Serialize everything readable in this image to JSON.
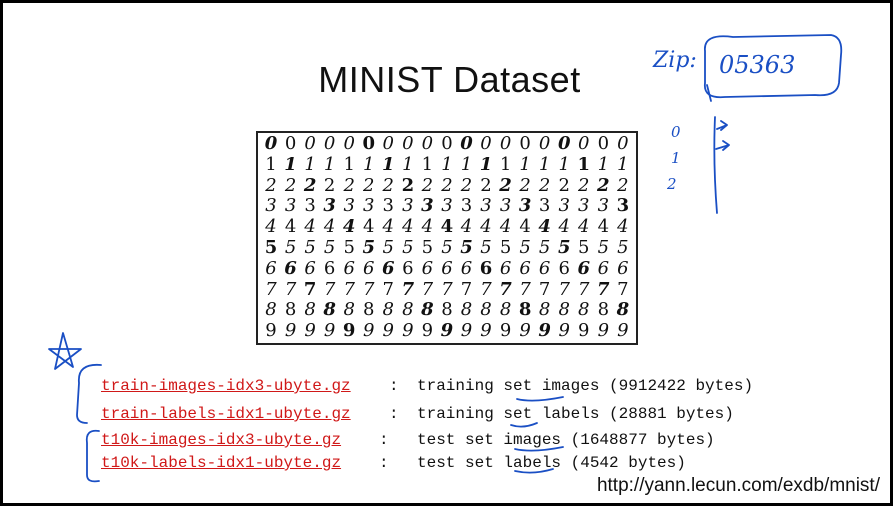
{
  "slide": {
    "title": "MINIST Dataset",
    "source_url": "http://yann.lecun.com/exdb/mnist/"
  },
  "digit_grid": {
    "rows": [
      "0000000000000000000",
      "1111111111111111111",
      "2222222222222222222",
      "3333333333333333333",
      "4444444444444444444",
      "5555555555555555555",
      "6666666666666666666",
      "7777777777777777777",
      "8888888888888888888",
      "9999999999999999999"
    ]
  },
  "files": [
    {
      "name": "train-images-idx3-ubyte.gz",
      "colon": ":",
      "description": "training set images (9912422 bytes)"
    },
    {
      "name": "train-labels-idx1-ubyte.gz",
      "colon": ":",
      "description": "training set labels (28881 bytes)"
    },
    {
      "name": "t10k-images-idx3-ubyte.gz",
      "colon": ":",
      "description": "test set images (1648877 bytes)"
    },
    {
      "name": "t10k-labels-idx1-ubyte.gz",
      "colon": ":",
      "description": "test set labels (4542 bytes)"
    }
  ],
  "annotations": {
    "zip_label": "Zip:",
    "zip_value": "05363",
    "margin_digits": [
      "0",
      "1",
      "2"
    ],
    "ink_color": "#1a4fc4",
    "link_color": "#d01818"
  }
}
